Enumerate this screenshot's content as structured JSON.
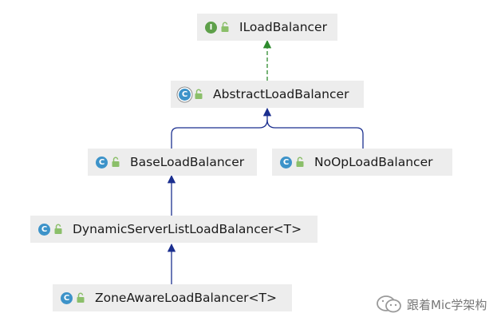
{
  "nodes": [
    {
      "id": "iloadbalancer",
      "kind": "interface",
      "badge": "I",
      "label": "ILoadBalancer"
    },
    {
      "id": "abstractloadbalancer",
      "kind": "abstract-class",
      "badge": "C",
      "label": "AbstractLoadBalancer"
    },
    {
      "id": "baseloadbalancer",
      "kind": "class",
      "badge": "C",
      "label": "BaseLoadBalancer"
    },
    {
      "id": "nooploadbalancer",
      "kind": "class",
      "badge": "C",
      "label": "NoOpLoadBalancer"
    },
    {
      "id": "dynamicserverlistloadbalancer",
      "kind": "class",
      "badge": "C",
      "label": "DynamicServerListLoadBalancer<T>"
    },
    {
      "id": "zoneawareloadbalancer",
      "kind": "class",
      "badge": "C",
      "label": "ZoneAwareLoadBalancer<T>"
    }
  ],
  "edges": [
    {
      "from": "abstractloadbalancer",
      "to": "iloadbalancer",
      "type": "implements",
      "style": "dashed",
      "color": "#2e8b2e"
    },
    {
      "from": "baseloadbalancer",
      "to": "abstractloadbalancer",
      "type": "extends",
      "style": "solid",
      "color": "#1b2f8f"
    },
    {
      "from": "nooploadbalancer",
      "to": "abstractloadbalancer",
      "type": "extends",
      "style": "solid",
      "color": "#1b2f8f"
    },
    {
      "from": "dynamicserverlistloadbalancer",
      "to": "baseloadbalancer",
      "type": "extends",
      "style": "solid",
      "color": "#1b2f8f"
    },
    {
      "from": "zoneawareloadbalancer",
      "to": "dynamicserverlistloadbalancer",
      "type": "extends",
      "style": "solid",
      "color": "#1b2f8f"
    }
  ],
  "colors": {
    "node_bg": "#ededed",
    "interface_badge": "#5ea04a",
    "class_badge": "#3d93c9",
    "lock": "#8bbf6a"
  },
  "watermark": {
    "icon": "wechat-official-account-icon",
    "text": "跟着Mic学架构"
  }
}
